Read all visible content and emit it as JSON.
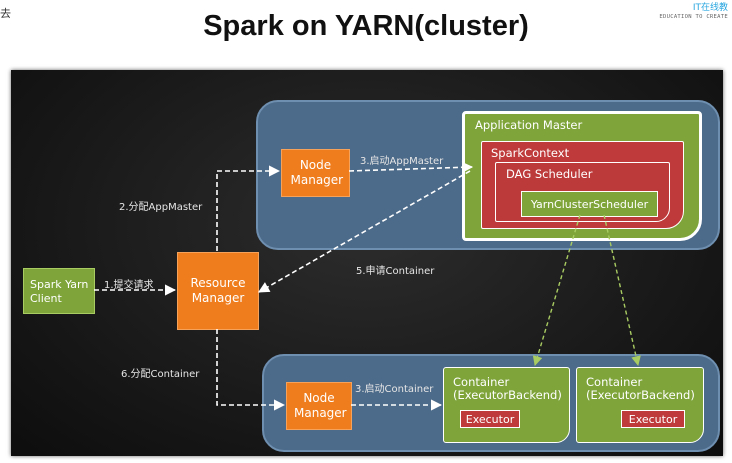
{
  "header": {
    "title": "Spark on YARN(cluster)",
    "left_glyph": "去",
    "logo_text": "IT在线教",
    "logo_tagline": "EDUCATION TO CREATE"
  },
  "diagram": {
    "client": "Spark Yarn Client",
    "resource_manager": "Resource Manager",
    "node_manager_top": "Node Manager",
    "node_manager_bottom": "Node Manager",
    "application_master": "Application Master",
    "spark_context": "SparkContext",
    "dag_scheduler": "DAG Scheduler",
    "yarn_cluster_scheduler": "YarnClusterScheduler",
    "container_1_title": "Container (ExecutorBackend)",
    "container_2_title": "Container (ExecutorBackend)",
    "executor_1": "Executor",
    "executor_2": "Executor",
    "step1": "1.提交请求",
    "step2": "2.分配AppMaster",
    "step3_top": "3.启动AppMaster",
    "step3_bottom": "3.启动Container",
    "step5": "5.申请Container",
    "step6": "6.分配Container"
  },
  "colors": {
    "orange": "#ef7d1d",
    "green": "#7fa53a",
    "red": "#bf3b3b",
    "blue_panel": "#4c6a89",
    "background": "#1a1a1a"
  }
}
